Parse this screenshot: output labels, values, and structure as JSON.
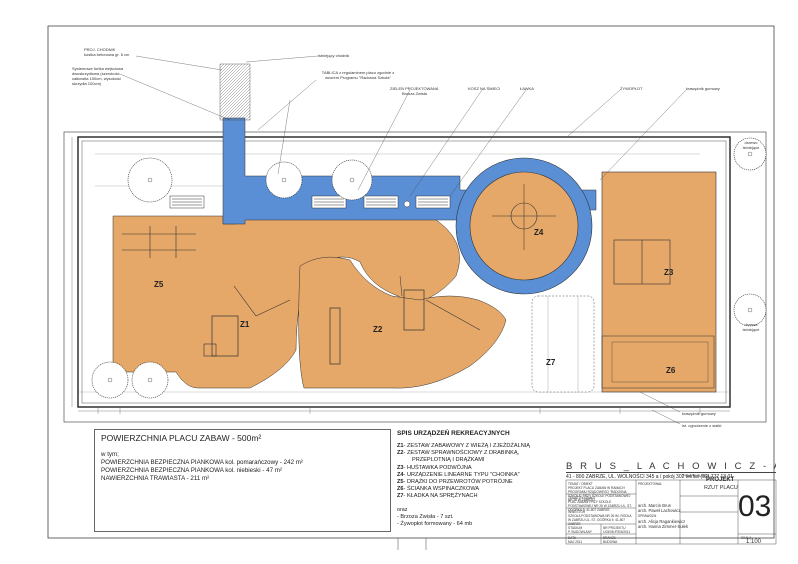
{
  "colors": {
    "sand_orange": "#e5a868",
    "sand_blue": "#5a8fd6",
    "grass": "#ffffff",
    "line": "#333333"
  },
  "notes": {
    "chodnik": "PROJ. CHODNIK",
    "chodnik_sub": "kostka betonowa gr. 6 cm",
    "ogrodzenie": "Systemowe furtka wejściowa dwuskrzydłowa (szerokość całkowita 150cm, wysokość skrzydła 100cm)",
    "istn_chodnik": "istniejący chodnik",
    "tablica": "TABLICA z regulaminem placu zgodnie z wzorem Programu \"Radosna Szkoła\"",
    "zielen": "ZIELEŃ PROJEKTOWANA",
    "zielen_sub": "Brzoza Zwisła",
    "kosz": "KOSZ NA ŚMIECI",
    "lawka": "ŁAWKA",
    "zywoplot": "ŻYWOPŁOT",
    "krawez": "krawężnik gumowy",
    "drzewo1": "drzewo istniejące",
    "drzewo2": "drzewo istniejące",
    "krawez2": "krawężnik gumowy",
    "ogrodzenie2": "ist. ogrodzenie z siatki"
  },
  "zones": {
    "z1": "Z1",
    "z2": "Z2",
    "z3": "Z3",
    "z4": "Z4",
    "z5": "Z5",
    "z6": "Z6",
    "z7": "Z7"
  },
  "summary": {
    "heading": "POWIERZCHNIA PLACU ZABAW - 500m²",
    "w_tym": "w tym;",
    "line1": "POWIERZCHNIA BEZPIECZNA PIANKOWA kol. pomarańczowy - 242 m²",
    "line2": "POWIERZCHNIA BEZPIECZNA PIANKOWA kol. niebieski - 47 m²",
    "line3": "NAWIERZCHNIA TRAWIASTA - 211 m²"
  },
  "legend": {
    "title": "SPIS URZĄDZEŃ REKREACYJNYCH",
    "items": [
      {
        "code": "Z1",
        "text": "- ZESTAW ZABAWOWY Z WIEŻĄ I ZJEŻDŻALNIĄ"
      },
      {
        "code": "Z2",
        "text": "- ZESTAW SPRAWNOŚCIOWY Z DRABINKĄ,"
      },
      {
        "code": "",
        "text": "PRZEPLOTNIĄ I DRĄŻKAMI"
      },
      {
        "code": "Z3",
        "text": "- HUŚTAWKA PODWÓJNA"
      },
      {
        "code": "Z4",
        "text": "- URZĄDZENIE LINEARNE TYPU \"CHOINKA\""
      },
      {
        "code": "Z5",
        "text": "- DRĄŻKI DO PRZEWROTÓW POTRÓJNE"
      },
      {
        "code": "Z6",
        "text": "- ŚCIANKA WSPINACZKOWA"
      },
      {
        "code": "Z7",
        "text": "- KŁADKA NA SPRĘŻYNACH"
      }
    ],
    "oraz": "oraz",
    "extra1": "- Brzoza Zwisła - 7 szt.",
    "extra2": "- Żywopłot formowany - 64 mb"
  },
  "titleblock": {
    "firm": "B R U S _ L A C H O W I C Z  -  A R C H I T E K C I",
    "address": "41 - 800  ZABRZE,  UL. WOLNOŚCI 345 a  /  pokój 302  tel/fax  (32)  777 13 01",
    "label_temat": "TEMAT / OBIEKT",
    "temat": "PROJEKT PLACU ZABAW W RAMACH PROGRAMU RZĄDOWEGO \"RADOSNA SZKOŁA\" PRZY SZKOLE PODSTAWOWEJ NR 26 W ZABRZU",
    "adres_obiektu": "UL. ST. OGÓRKA 9, 41-807 ZABRZE",
    "label_temat2": "TEMAT RYSUNKU",
    "temat2": "PLAC ZABAW PRZY SZKOLE PODSTAWOWEJ NR 26 W ZABRZU UL. ST. OGÓRKA 9, 41-807 ZABRZE",
    "label_inwestor": "INWESTOR",
    "inwestor": "SZKOŁA PODSTAWOWA NR 26 IM. RODŁA W ZABRZU UL. ST. OGÓRKA 9, 41-807 ZABRZE",
    "label_stadium": "STADIUM",
    "stadium": "P. BUDOWLANY",
    "label_nr": "NR PROJEKTU",
    "nr": "1/03/08 /RS/4/2011",
    "label_data": "DATA",
    "data": "MAJ 2011",
    "label_branza": "BRANŻA",
    "branza": "BUDOWA",
    "label_projektowal": "PROJEKTOWAŁ",
    "projektowal1": "arch. Marcin Brus",
    "projektowal2": "arch. Paweł Lachowicz",
    "label_sprawdzil": "SPRAWDZIŁ",
    "sprawdzil1": "arch. Alicja Ragankiewicz",
    "sprawdzil2": "arch. Hanna Zimmer-Sułek",
    "label_rys": "TYTUŁ RYSUNKU",
    "projekt": "PROJEKT",
    "rzut": "RZUT PLACU",
    "number": "03",
    "label_skala": "SKALA",
    "scale": "1:100"
  }
}
